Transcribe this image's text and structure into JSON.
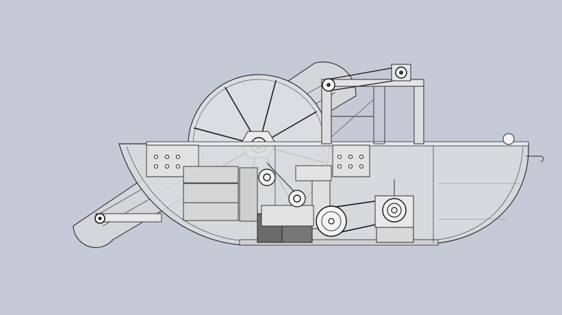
{
  "drawing": {
    "view": "side elevation",
    "style": "grey shaded CAD wireframe"
  },
  "colors": {
    "background": "#c5cad6",
    "hull_fill": "#dadbdd",
    "line": "#2b2b2b",
    "dark_part": "#6b6b6b",
    "light_part": "#e6e6e6"
  },
  "components": {
    "hull": "hull-outline",
    "paddle_wheel": "paddle-wheel",
    "paddle_spokes": 8,
    "boom": "boom-arm",
    "cabin": "upper-frame",
    "belt_drives": [
      "drive-belt-upper",
      "drive-belt-lower"
    ],
    "pulleys": [
      "pulley-top",
      "pulley-boom-tip",
      "pulley-gear-1",
      "pulley-gear-2",
      "pulley-large",
      "motor-pulley"
    ]
  }
}
